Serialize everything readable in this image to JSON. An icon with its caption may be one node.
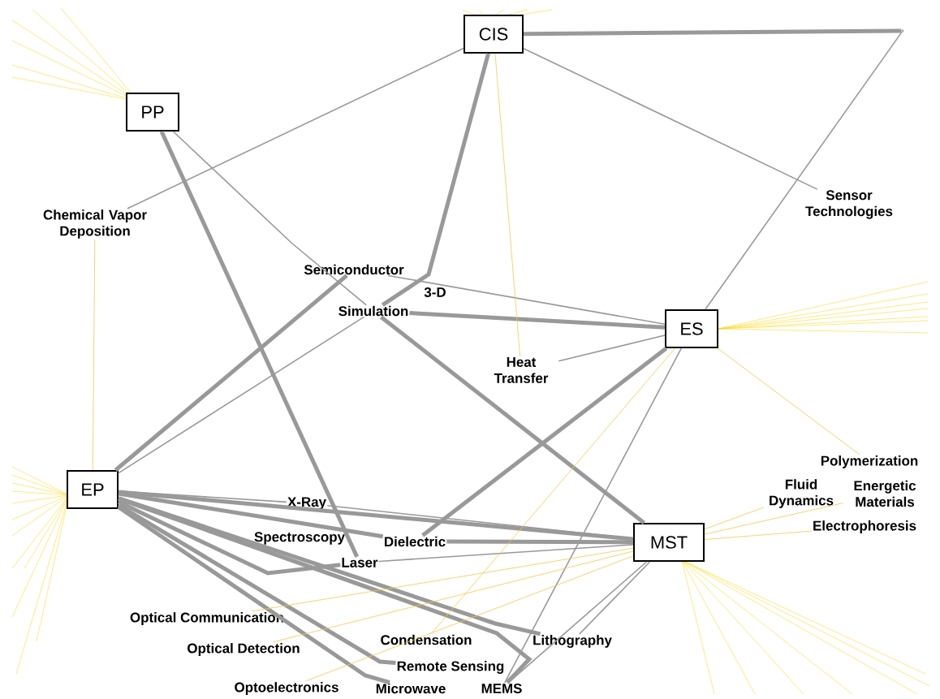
{
  "diagram": {
    "nodes": [
      {
        "text": [
          "CIS"
        ]
      },
      {
        "text": [],
        "shape": "point"
      },
      {
        "text": [
          "PP"
        ]
      },
      {
        "text": [
          "Sensor Technologies"
        ]
      },
      {
        "text": [
          "Chemical Vapor Deposition"
        ]
      },
      {
        "text": [
          "Semiconductor"
        ]
      },
      {
        "text": [
          "3-D"
        ]
      },
      {
        "text": [
          "Simulation"
        ]
      },
      {
        "text": [
          "ES"
        ]
      },
      {
        "text": [
          "Heat Transfer"
        ]
      },
      {
        "text": [
          "Polymerization"
        ]
      },
      {
        "text": [
          "Fluid Dynamics"
        ]
      },
      {
        "text": [
          "Energetic Materials"
        ]
      },
      {
        "text": [
          "EP"
        ]
      },
      {
        "text": [
          "X-Ray"
        ]
      },
      {
        "text": [
          "MST"
        ]
      },
      {
        "text": [
          "Electrophoresis"
        ]
      },
      {
        "text": [
          "Spectroscopy"
        ]
      },
      {
        "text": [
          "Dielectric"
        ]
      },
      {
        "text": [
          "Laser"
        ]
      },
      {
        "text": [
          "Optical Communication"
        ]
      },
      {
        "text": [
          "Condensation"
        ]
      },
      {
        "text": [
          "Lithography"
        ]
      },
      {
        "text": [
          "Optical Detection"
        ]
      },
      {
        "text": [
          "Remote Sensing"
        ]
      },
      {
        "text": [
          "Optoelectronics"
        ]
      },
      {
        "text": [
          "Microwave"
        ]
      },
      {
        "text": [
          "MEMS"
        ]
      }
    ],
    "edges": [
      {
        "from": 0,
        "to": 1,
        "arrow": "none",
        "style": "thick"
      },
      {
        "from": 0,
        "to": 3,
        "arrow": "none"
      },
      {
        "from": 0,
        "to": 4,
        "arrow": "none"
      },
      {
        "from": 0,
        "to": 7,
        "arrow": "none",
        "style": "thick"
      },
      {
        "from": 2,
        "to": 19,
        "arrow": "none",
        "style": "thick"
      },
      {
        "from": 2,
        "to": 7,
        "arrow": "none"
      },
      {
        "from": 5,
        "to": 8,
        "arrow": "none"
      },
      {
        "from": 7,
        "to": 8,
        "arrow": "none",
        "style": "thick"
      },
      {
        "from": 13,
        "to": 5,
        "arrow": "none",
        "style": "thick"
      },
      {
        "from": 13,
        "to": 7,
        "arrow": "none"
      },
      {
        "from": 7,
        "to": 15,
        "arrow": "none",
        "style": "thick"
      },
      {
        "from": 8,
        "to": 9,
        "arrow": "none"
      },
      {
        "from": 8,
        "to": 1,
        "arrow": "none"
      },
      {
        "from": 18,
        "to": 8,
        "arrow": "none",
        "style": "thick"
      },
      {
        "from": 13,
        "to": 14,
        "arrow": "none"
      },
      {
        "from": 14,
        "to": 15,
        "arrow": "none"
      },
      {
        "from": 13,
        "to": 15,
        "arrow": "none",
        "style": "thick"
      },
      {
        "from": 13,
        "to": 18,
        "arrow": "none",
        "style": "thick"
      },
      {
        "from": 18,
        "to": 15,
        "arrow": "none",
        "style": "thick"
      },
      {
        "from": 13,
        "to": 19,
        "arrow": "none",
        "style": "thick"
      },
      {
        "from": 19,
        "to": 15,
        "arrow": "none"
      },
      {
        "from": 13,
        "to": 22,
        "arrow": "none",
        "style": "thick"
      },
      {
        "from": 13,
        "to": 27,
        "arrow": "none",
        "style": "thick"
      },
      {
        "from": 13,
        "to": 24,
        "arrow": "none",
        "style": "thick"
      },
      {
        "from": 13,
        "to": 26,
        "arrow": "none",
        "style": "thick"
      },
      {
        "from": 22,
        "to": 15,
        "arrow": "none"
      },
      {
        "from": 27,
        "to": 15,
        "arrow": "none"
      },
      {
        "from": 27,
        "to": 8,
        "arrow": "none"
      },
      {
        "from": 4,
        "to": 13,
        "arrow": "none",
        "color": "#f2c94c"
      },
      {
        "from": 0,
        "to": 9,
        "arrow": "none",
        "color": "#f2c94c"
      },
      {
        "from": 11,
        "to": 15,
        "arrow": "none",
        "color": "#f2c94c"
      },
      {
        "from": 12,
        "to": 15,
        "arrow": "none",
        "color": "#f2c94c"
      },
      {
        "from": 16,
        "to": 15,
        "arrow": "none",
        "color": "#f2c94c"
      },
      {
        "from": 10,
        "to": 8,
        "arrow": "none",
        "color": "#f2c94c"
      },
      {
        "from": 20,
        "to": 15,
        "arrow": "none",
        "color": "#f2c94c"
      },
      {
        "from": 23,
        "to": 15,
        "arrow": "none",
        "color": "#f2c94c"
      },
      {
        "from": 25,
        "to": 15,
        "arrow": "none",
        "color": "#f2c94c"
      },
      {
        "from": 21,
        "to": 8,
        "arrow": "none",
        "color": "#f2c94c"
      }
    ]
  }
}
